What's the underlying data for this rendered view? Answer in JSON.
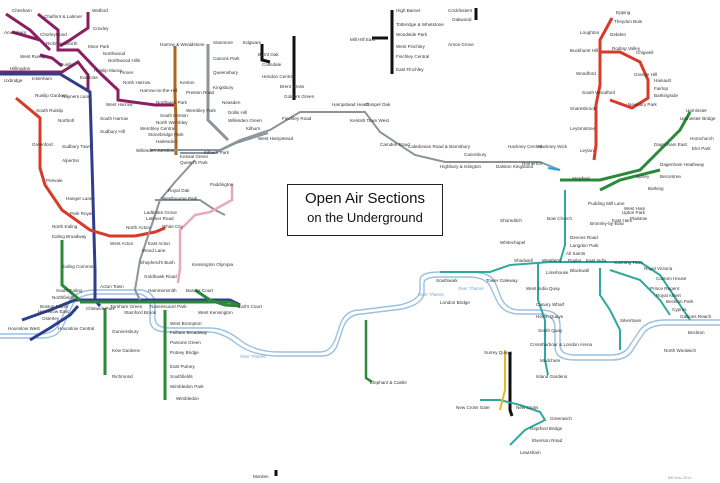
{
  "title": {
    "line1": "Open Air Sections",
    "line2": "on the Underground"
  },
  "credit": "Bill Dav 2014",
  "colors": {
    "metropolitan": "#8b1e5f",
    "piccadilly": "#2e3d8c",
    "district": "#2a8a3a",
    "central": "#d83a2a",
    "bakerloo": "#b0651e",
    "jubilee": "#8a949b",
    "northern": "#111111",
    "hammersmith": "#e8a9c0",
    "victoria": "#2aa0d8",
    "dlr": "#2fa8a0",
    "east_london": "#e8b820",
    "waterloo_city": "#7bc7b8",
    "river": "#9cc0e0"
  },
  "river_labels": [
    "River Thames",
    "River Thames",
    "River Thames"
  ],
  "stations": [
    "Chesham",
    "Watford",
    "Chalfont & Latimer",
    "Croxley",
    "Chorleywood",
    "Amersham",
    "Moor Park",
    "Rickmansworth",
    "West Ruislip",
    "Ruislip",
    "Northwood",
    "Northwood Hills",
    "Pinner",
    "North Harrow",
    "Harrow-on-the-Hill",
    "Hillingdon",
    "Uxbridge",
    "Ickenham",
    "Ruislip Manor",
    "Eastcote",
    "Rayners Lane",
    "West Harrow",
    "Northwick Park",
    "Preston Road",
    "Wembley Park",
    "Kenton",
    "Harrow & Wealdstone",
    "Ruislip Gardens",
    "South Ruislip",
    "Northolt",
    "South Harrow",
    "Sudbury Hill",
    "Sudbury Town",
    "Greenford",
    "Alperton",
    "Perivale",
    "Hanger Lane",
    "Park Royal",
    "North Ealing",
    "Ealing Broadway",
    "North Acton",
    "West Acton",
    "East Acton",
    "Ealing Common",
    "South Ealing",
    "Northfields",
    "Boston Manor",
    "Osterley",
    "Hounslow East",
    "Hounslow Central",
    "Hounslow West",
    "South Kenton",
    "North Wembley",
    "Wembley Central",
    "Stonebridge Park",
    "Harlesden",
    "Willesden Junction",
    "Kensal Green",
    "Queen's Park",
    "Kilburn Park",
    "Neasden",
    "Dollis Hill",
    "Willesden Green",
    "Kilburn",
    "West Hampstead",
    "Finchley Road",
    "Stanmore",
    "Canons Park",
    "Queensbury",
    "Kingsbury",
    "Edgware",
    "Burnt Oak",
    "Colindale",
    "Hendon Central",
    "Brent Cross",
    "Golders Green",
    "Hampstead Heath",
    "Gospel Oak",
    "Kentish Town West",
    "Camden Road",
    "Caledonian Road & Barnsbury",
    "Highbury & Islington",
    "Canonbury",
    "Dalston Kingsland",
    "Hackney Central",
    "Hackney Wick",
    "Homerton",
    "High Barnet",
    "Totteridge & Whetstone",
    "Woodside Park",
    "Mill Hill East",
    "West Finchley",
    "Finchley Central",
    "East Finchley",
    "Cockfosters",
    "Oakwood",
    "Arnos Grove",
    "Paddington",
    "Royal Oak",
    "Westbourne Park",
    "Ladbroke Grove",
    "Latimer Road",
    "White City",
    "Wood Lane",
    "Shepherd's Bush",
    "Goldhawk Road",
    "Kensington Olympia",
    "Acton Town",
    "Chiswick Park",
    "Turnham Green",
    "Stamford Brook",
    "Ravenscourt Park",
    "Kew Gardens",
    "Richmond",
    "Gunnersbury",
    "West Brompton",
    "Fulham Broadway",
    "Parsons Green",
    "Putney Bridge",
    "East Putney",
    "Southfields",
    "Wimbledon Park",
    "Wimbledon",
    "Barons Court",
    "West Kensington",
    "Earl's Court",
    "Hammersmith",
    "Southwark",
    "London Bridge",
    "Elephant & Castle",
    "Surrey Quays",
    "New Cross Gate",
    "New Cross",
    "Greenwich",
    "Deptford Bridge",
    "Elverson Road",
    "Lewisham",
    "Shoreditch",
    "Whitechapel",
    "Bow Church",
    "Devons Road",
    "Langdon Park",
    "All Saints",
    "Shadwell",
    "Westferry",
    "Limehouse",
    "Poplar",
    "Blackwall",
    "East India",
    "Tower Gateway",
    "West India Quay",
    "Canary Wharf",
    "Heron Quays",
    "South Quay",
    "Crossharbour & London Arena",
    "Mudchute",
    "Island Gardens",
    "Pudding Mill Lane",
    "Stratford",
    "West Ham",
    "Upton Park",
    "East Ham",
    "Barking",
    "Bromley-by-Bow",
    "Plaistow",
    "Canning Town",
    "Royal Victoria",
    "Custom House",
    "Prince Regent",
    "Royal Albert",
    "Beckton Park",
    "Cyprus",
    "Gallions Reach",
    "Beckton",
    "Silvertown",
    "North Woolwich",
    "Epping",
    "Theydon Bois",
    "Loughton",
    "Debden",
    "Buckhurst Hill",
    "Roding Valley",
    "Chigwell",
    "Grange Hill",
    "Hainault",
    "Fairlop",
    "Barkingside",
    "Newbury Park",
    "Woodford",
    "South Woodford",
    "Snaresbrook",
    "Leytonstone",
    "Leyton",
    "Upminster",
    "Upminster Bridge",
    "Hornchurch",
    "Elm Park",
    "Dagenham East",
    "Dagenham Heathway",
    "Becontree",
    "Upney",
    "Morden"
  ]
}
